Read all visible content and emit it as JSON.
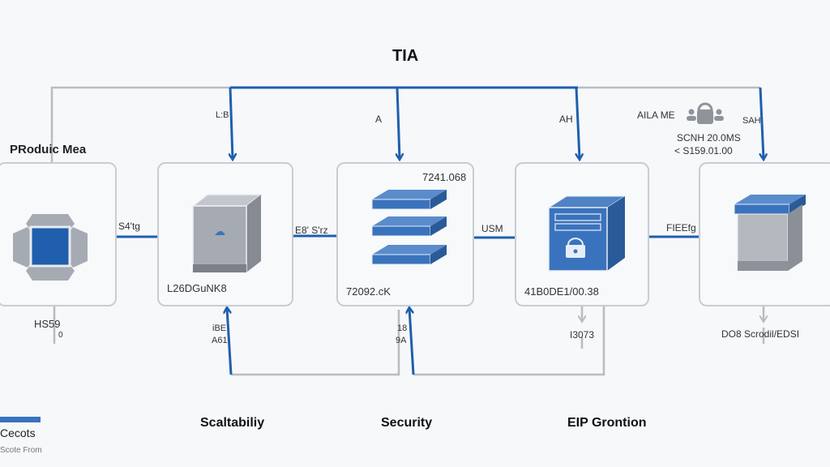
{
  "title": "TIA",
  "colors": {
    "accent": "#1f5fad",
    "line_gray": "#b8bcc2",
    "node_border": "#c9cdd2",
    "block_blue": "#3a73bd",
    "block_gray": "#a6aab2"
  },
  "top_labels": {
    "product": "PRoduic Mea",
    "arrow1": "L:B",
    "arrow2": "A",
    "arrow3": "AH",
    "aila": "AILA ME",
    "arrow4": "SAH",
    "price1": "SCNH 20.0MS",
    "price2": "< S159.01.00"
  },
  "nodes": [
    {
      "id": "source",
      "icon": "cluster-icon",
      "value_top": "",
      "value_bottom": ""
    },
    {
      "id": "compute",
      "icon": "server-gray-icon",
      "value_top": "",
      "value_bottom": "L26DGuNK8"
    },
    {
      "id": "storage",
      "icon": "stack-layers-icon",
      "value_top": "7241.068",
      "value_bottom": "72092.cK"
    },
    {
      "id": "secure",
      "icon": "server-blue-lock-icon",
      "value_top": "",
      "value_bottom": "41B0DE1/00.38"
    },
    {
      "id": "target",
      "icon": "box-gray-icon",
      "value_top": "",
      "value_bottom": ""
    }
  ],
  "flow_labels": [
    "S4'tg",
    "E8' S'rz",
    "USM",
    "FIEEfg"
  ],
  "bottom_labels": {
    "hs": "HS59",
    "hs_sub": "0",
    "compute_up": "iBE",
    "compute_up2": "A61",
    "storage_up": "18",
    "storage_up2": "9A",
    "secure_down": "I3073",
    "target_down": "DO8 Scrodil/EDSI"
  },
  "captions": [
    "Scaltabiliy",
    "Security",
    "EIP Grontion"
  ],
  "legend": {
    "title": "Cecots",
    "subtitle": "Scote From"
  }
}
